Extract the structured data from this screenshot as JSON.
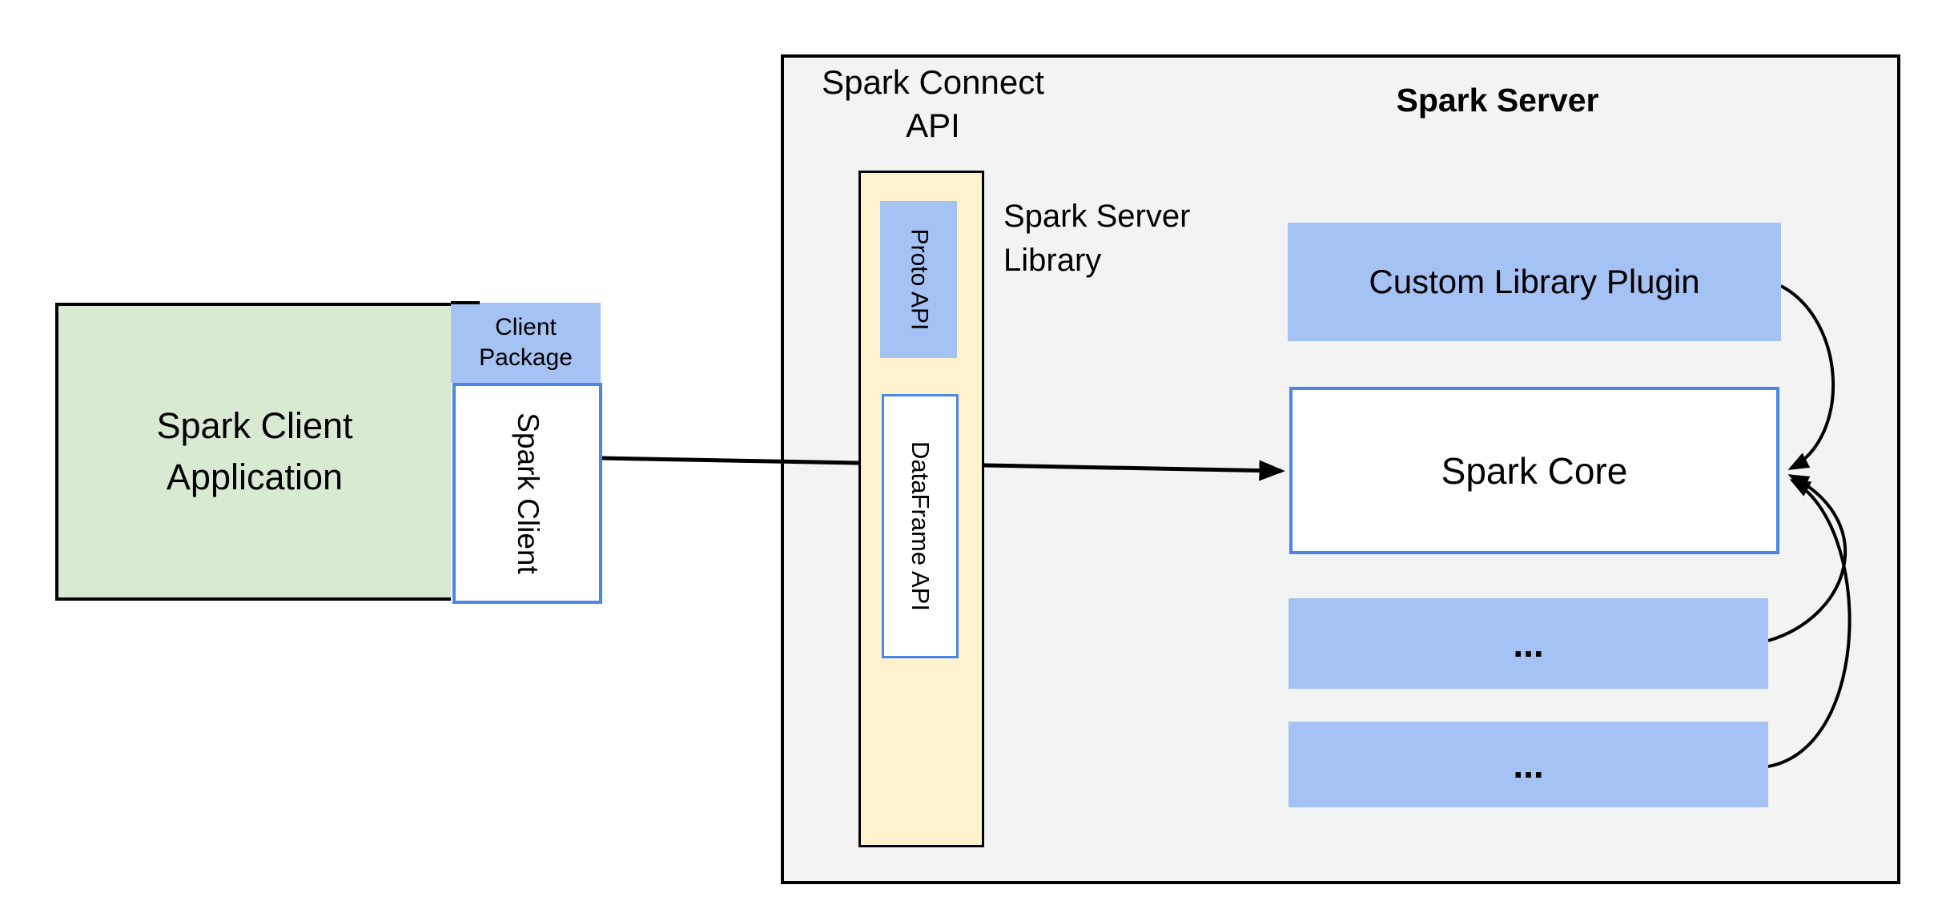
{
  "diagram": {
    "client": {
      "application_label": "Spark Client Application",
      "package_label": "Client Package",
      "spark_client_label": "Spark Client"
    },
    "connect": {
      "api_title": "Spark Connect API",
      "proto_label": "Proto API",
      "dataframe_label": "DataFrame API",
      "server_library_label": "Spark Server Library"
    },
    "server": {
      "title": "Spark Server",
      "plugin_label": "Custom Library Plugin",
      "core_label": "Spark Core",
      "placeholder1_label": "...",
      "placeholder2_label": "..."
    },
    "colors": {
      "panel_fill": "#f3f3f3",
      "blue_fill": "#a4c2f4",
      "blue_border": "#4a86e8",
      "green_fill": "#d9ead3",
      "yellow_fill": "#fff2cc",
      "line": "#000000",
      "background": "#ffffff"
    }
  }
}
